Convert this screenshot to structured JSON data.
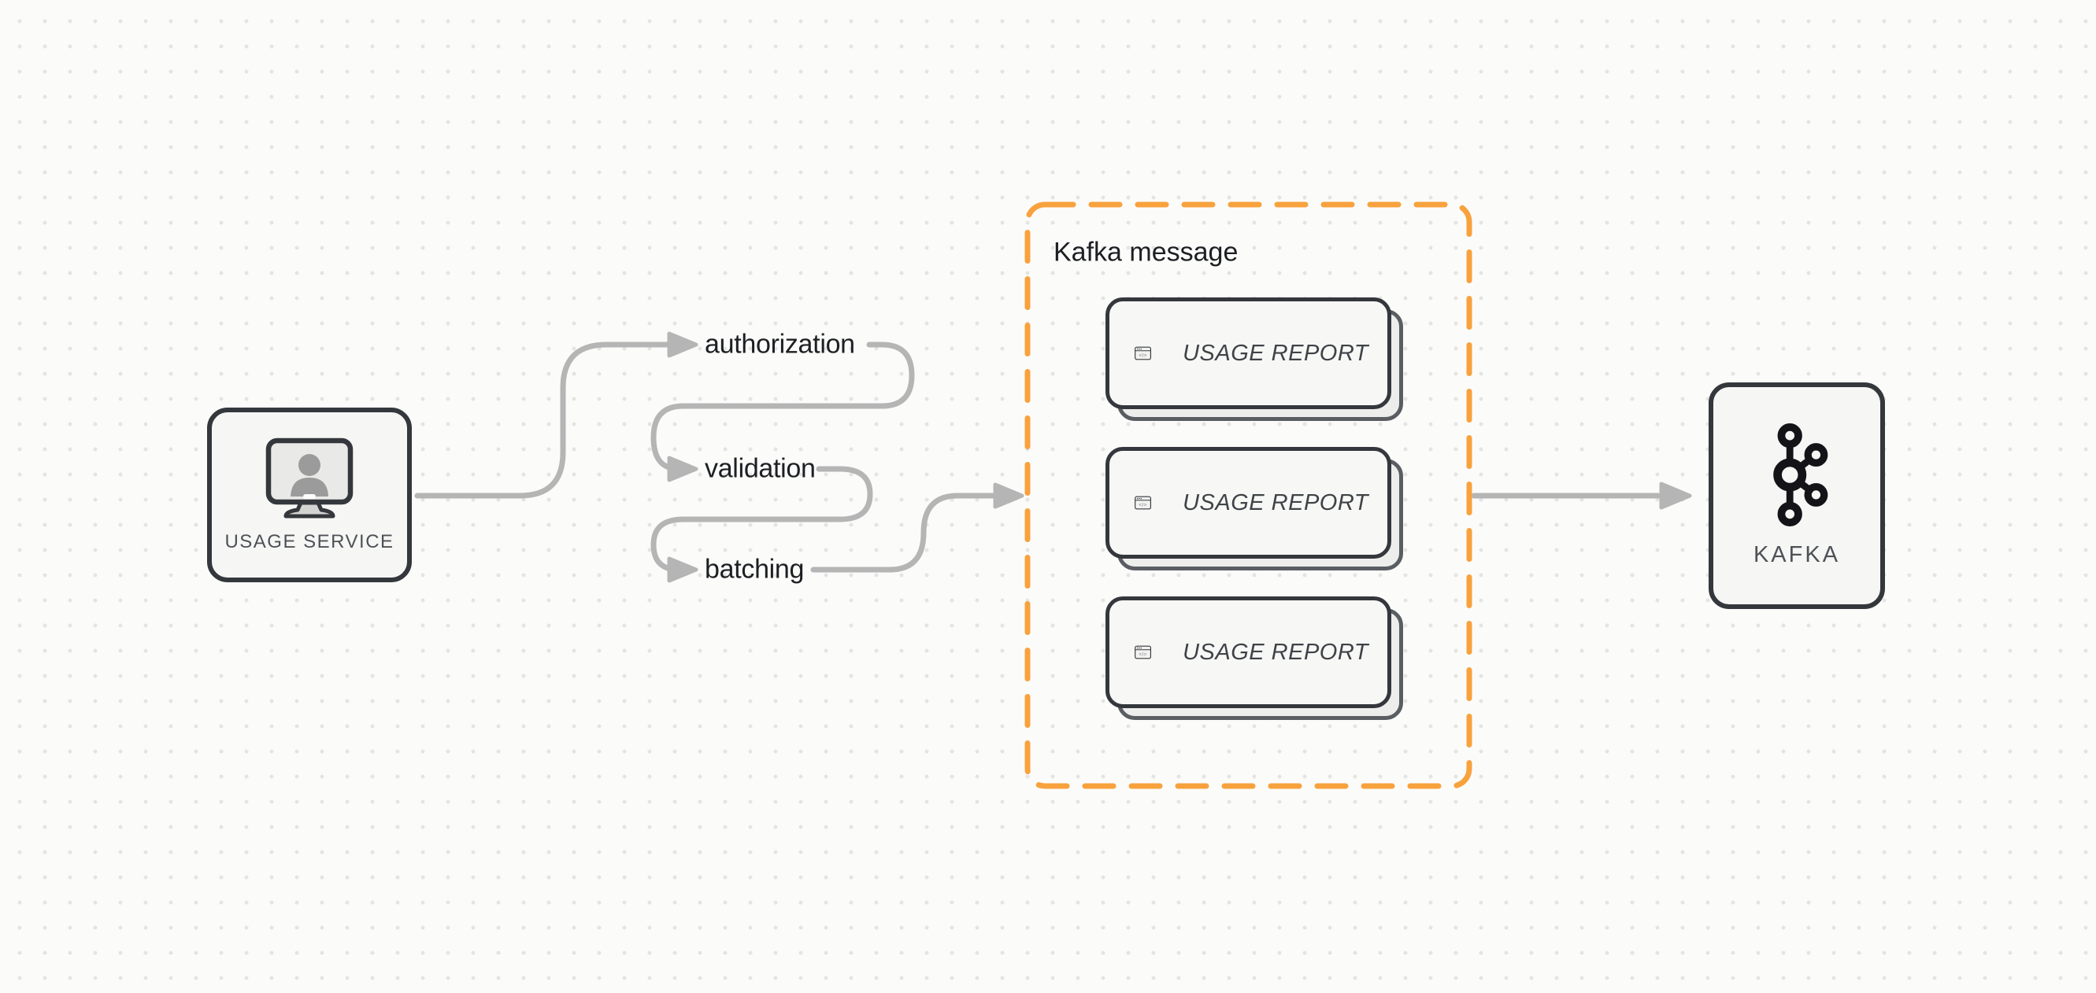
{
  "colors": {
    "background": "#fbfbfa",
    "dot_grid": "#e4e4e3",
    "node_border": "#34373b",
    "node_fill": "#f6f6f5",
    "connector": "#b5b5b5",
    "dashed_border": "#f8a23d",
    "label_text": "#1d1f23",
    "node_label_text": "#4e5257",
    "card_fill": "#f7f7f6",
    "card_shadow_fill": "#ededec",
    "card_shadow_border": "#5a5e62",
    "icon_gray": "#9b9b9b",
    "icon_dark": "#141418"
  },
  "nodes": {
    "usage_service": {
      "label": "USAGE SERVICE",
      "icon": "monitor-user-icon"
    },
    "kafka": {
      "label": "KAFKA",
      "icon": "kafka-logo-icon"
    }
  },
  "flow_steps": [
    {
      "label": "authorization"
    },
    {
      "label": "validation"
    },
    {
      "label": "batching"
    }
  ],
  "kafka_message_group": {
    "title": "Kafka message",
    "cards": [
      {
        "label": "USAGE REPORT",
        "icon": "code-window-icon"
      },
      {
        "label": "USAGE REPORT",
        "icon": "code-window-icon"
      },
      {
        "label": "USAGE REPORT",
        "icon": "code-window-icon"
      }
    ]
  }
}
